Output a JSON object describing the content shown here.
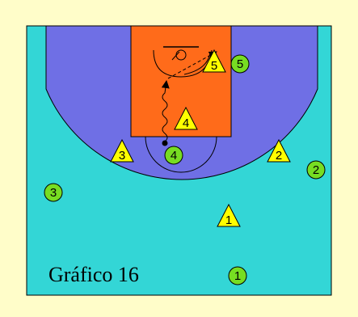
{
  "caption": "Gráfico 16",
  "colors": {
    "page_background": "#FFFDC9",
    "court": "#33D6D6",
    "three_point_area": "#6F6FE5",
    "key_paint": "#FF6B1A",
    "offense_player": "#77DD22",
    "defense_player": "#FFFF00",
    "line": "#000000"
  },
  "offense": [
    {
      "label": "1"
    },
    {
      "label": "2"
    },
    {
      "label": "3"
    },
    {
      "label": "4"
    },
    {
      "label": "5"
    }
  ],
  "defense": [
    {
      "label": "1"
    },
    {
      "label": "2"
    },
    {
      "label": "3"
    },
    {
      "label": "4"
    },
    {
      "label": "5"
    }
  ],
  "actions": {
    "dribble": "player 4 dribbles toward the basket",
    "pass": "pass toward player 5"
  }
}
